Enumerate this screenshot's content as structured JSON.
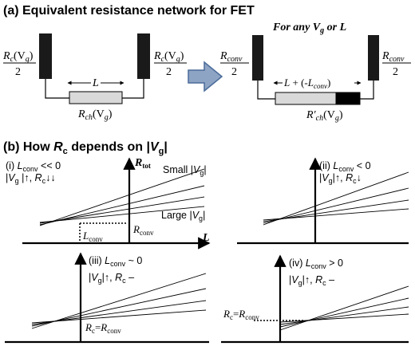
{
  "part_a": {
    "title": "(a) Equivalent resistance network for FET",
    "left": {
      "contact_left": {
        "num": "R",
        "sub": "c",
        "arg": "(V",
        "argsub": "g",
        "close": ")",
        "den": "2"
      },
      "contact_right": {
        "num": "R",
        "sub": "c",
        "arg": "(V",
        "argsub": "g",
        "close": ")",
        "den": "2"
      },
      "length_label": "L",
      "channel_label": {
        "main": "R",
        "sub": "ch",
        "arg": "(V",
        "argsub": "g",
        "close": ")"
      }
    },
    "right": {
      "header": {
        "t1": "For any ",
        "v": "V",
        "vsub": "g",
        "t2": " or ",
        "l": "L"
      },
      "contact_left": {
        "num": "R",
        "sub": "conv",
        "den": "2"
      },
      "contact_right": {
        "num": "R",
        "sub": "conv",
        "den": "2"
      },
      "length_label": {
        "t1": "L",
        "t2": " + (-",
        "t3": "L",
        "sub": "conv",
        "t4": ")"
      },
      "channel_label": {
        "main": "R′",
        "sub": "ch",
        "arg": "(V",
        "argsub": "g",
        "close": ")"
      }
    },
    "colors": {
      "contact": "#1a1a1a",
      "channel": "#d9d9d9",
      "arrow_fill": "#8ea4c4",
      "arrow_stroke": "#4a6b9a"
    }
  },
  "part_b": {
    "title": {
      "t1": "(b) How ",
      "r": "R",
      "rsub": "c",
      "t2": " depends on |",
      "v": "V",
      "vsub": "g",
      "t3": "|"
    },
    "panel_i": {
      "line1": {
        "t1": "(i) ",
        "l": "L",
        "sub": "conv",
        "t2": " << 0"
      },
      "line2": {
        "t1": "|",
        "v": "V",
        "vsub": "g",
        "t2": " |↑, ",
        "r": "R",
        "rsub": "c",
        "t3": "↓↓"
      },
      "y_axis": {
        "r": "R",
        "sub": "tot"
      },
      "x_axis": "L",
      "small": {
        "t1": "Small |",
        "v": "V",
        "vsub": "g",
        "t2": "|"
      },
      "large": {
        "t1": "Large |",
        "v": "V",
        "vsub": "g",
        "t2": "|"
      },
      "rconv": {
        "r": "R",
        "sub": "conv"
      },
      "lconv": {
        "l": "L",
        "sub": "conv"
      }
    },
    "panel_ii": {
      "line1": {
        "t1": "(ii) ",
        "l": "L",
        "sub": "conv",
        "t2": " < 0"
      },
      "line2": {
        "t1": "|",
        "v": "V",
        "vsub": "g",
        "t2": "|↑, ",
        "r": "R",
        "rsub": "c",
        "t3": "↓"
      }
    },
    "panel_iii": {
      "line1": {
        "t1": "(iii) ",
        "l": "L",
        "sub": "conv",
        "t2": " ~ 0"
      },
      "line2": {
        "t1": "|",
        "v": "V",
        "vsub": "g",
        "t2": "|↑, ",
        "r": "R",
        "rsub": "c",
        "t3": " –"
      },
      "eq": {
        "r1": "R",
        "s1": "c",
        "eq": "=",
        "r2": "R",
        "s2": "conv"
      }
    },
    "panel_iv": {
      "line1": {
        "t1": "(iv) ",
        "l": "L",
        "sub": "conv",
        "t2": " > 0"
      },
      "line2": {
        "t1": "|",
        "v": "V",
        "vsub": "g",
        "t2": "|↑, ",
        "r": "R",
        "rsub": "c",
        "t3": " –"
      },
      "eq": {
        "r1": "R",
        "s1": "c",
        "eq": "=",
        "r2": "R",
        "s2": "conv"
      }
    }
  }
}
